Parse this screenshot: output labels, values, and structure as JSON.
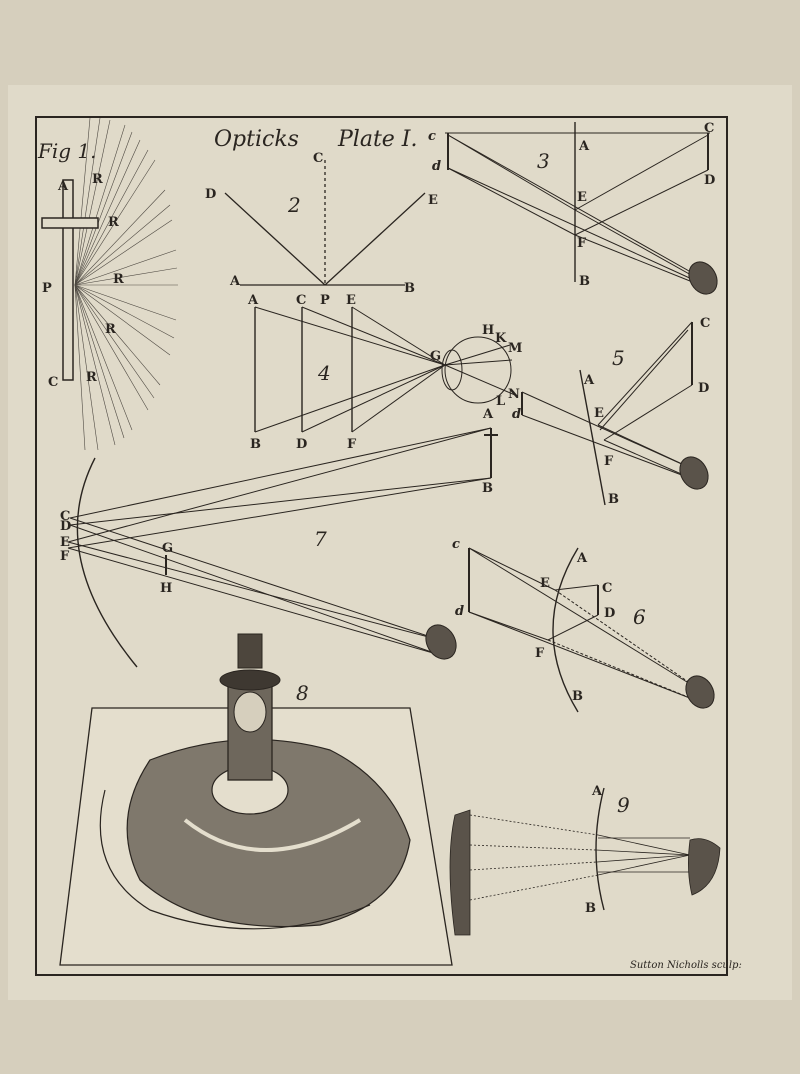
{
  "plate": {
    "title_left": "Opticks",
    "title_right": "Plate I.",
    "signature": "Sutton Nicholls sculp:"
  },
  "figures": [
    {
      "id": "1",
      "caption": "Fig 1.",
      "labels": [
        "A",
        "P",
        "C",
        "R",
        "R",
        "R",
        "R",
        "R"
      ]
    },
    {
      "id": "2",
      "caption": "2",
      "labels": [
        "C",
        "D",
        "E",
        "A",
        "B"
      ]
    },
    {
      "id": "3",
      "caption": "3",
      "labels": [
        "c",
        "d",
        "A",
        "C",
        "D",
        "E",
        "F",
        "B"
      ]
    },
    {
      "id": "4",
      "caption": "4",
      "labels": [
        "A",
        "C",
        "P",
        "E",
        "B",
        "D",
        "F",
        "H",
        "K",
        "M",
        "G",
        "N",
        "L",
        "A"
      ]
    },
    {
      "id": "5",
      "caption": "5",
      "labels": [
        "C",
        "D",
        "A",
        "E",
        "F",
        "B",
        "d"
      ]
    },
    {
      "id": "6",
      "caption": "6",
      "labels": [
        "c",
        "d",
        "A",
        "E",
        "C",
        "D",
        "F",
        "B"
      ]
    },
    {
      "id": "7",
      "caption": "7",
      "labels": [
        "C",
        "D",
        "E",
        "F",
        "G",
        "H",
        "B"
      ]
    },
    {
      "id": "8",
      "caption": "8",
      "labels": []
    },
    {
      "id": "9",
      "caption": "9",
      "labels": [
        "A",
        "B"
      ]
    }
  ],
  "colors": {
    "paper": "#d8d2c1",
    "plate": "#e2dccb",
    "ink": "#2a2520"
  }
}
